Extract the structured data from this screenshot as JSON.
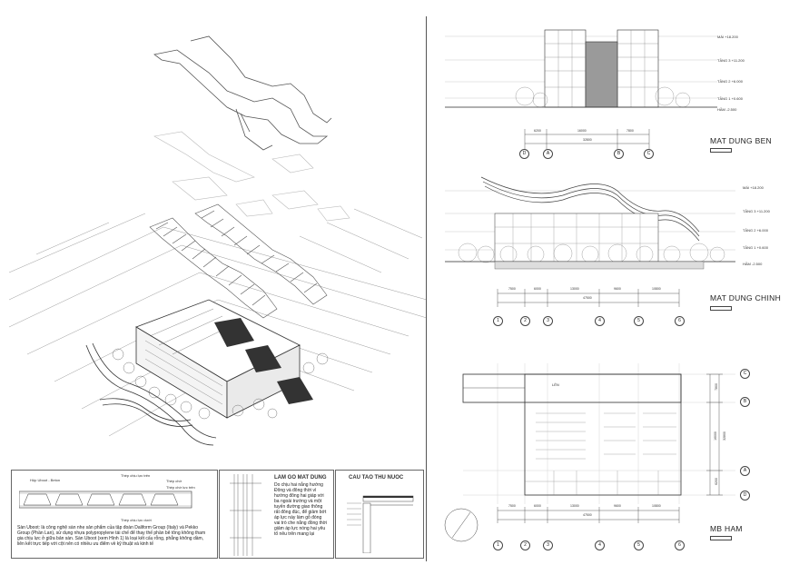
{
  "elevation_side": {
    "title": "MAT DUNG BEN",
    "levels": [
      {
        "name": "MÁI",
        "value": "+18.200"
      },
      {
        "name": "TẦNG 3",
        "value": "+11.200"
      },
      {
        "name": "TẦNG 2",
        "value": "+6.000"
      },
      {
        "name": "TẦNG 1",
        "value": "+0.600"
      },
      {
        "name": "HẦM",
        "value": "-2.500"
      }
    ],
    "dims": [
      "6200",
      "16000",
      "7800"
    ],
    "total": "32800",
    "grid": [
      "D",
      "A",
      "B",
      "C"
    ]
  },
  "elevation_main": {
    "title": "MAT DUNG CHINH",
    "levels": [
      {
        "name": "MÁI",
        "value": "+18.200"
      },
      {
        "name": "TẦNG 3",
        "value": "+11.200"
      },
      {
        "name": "TẦNG 2",
        "value": "+6.000"
      },
      {
        "name": "TẦNG 1",
        "value": "+0.600"
      },
      {
        "name": "HẦM",
        "value": "-2.500"
      }
    ],
    "dims": [
      "7500",
      "6000",
      "13000",
      "9600",
      "10800"
    ],
    "total": "47500",
    "grid": [
      "1",
      "2",
      "3",
      "4",
      "5",
      "6"
    ]
  },
  "plan": {
    "title": "MB HAM",
    "dims": [
      "7500",
      "6000",
      "13000",
      "9600",
      "10800"
    ],
    "total": "47500",
    "grid_cols": [
      "1",
      "2",
      "3",
      "4",
      "5",
      "6"
    ],
    "grid_rows": [
      "C",
      "B",
      "A",
      "D"
    ],
    "row_dims": [
      "7800",
      "16000",
      "6200"
    ],
    "row_total": "32800",
    "ramp_label": "LÊN"
  },
  "detail_slab": {
    "labels": [
      "Hộp Uboot - Beton",
      "Thép chịu lực trên",
      "Thép chờ",
      "Thép chịu lực dưới",
      "Thép chờ lực trên"
    ],
    "description": "Sàn Uboot: là công nghệ sàn nhẹ sản phẩm của tập đoàn Daliform Group (Italy) và Pekko Group (Phần Lan), sử dụng nhựa polypropylene tái chế để thay thế phần bê tông không tham gia chịu lực ở giữa bản sàn. Sàn Uboot (xem Hình 1) là loại kết cấu rỗng, phẳng không dầm, liên kết trực tiếp với cột nên có nhiều ưu điểm về kỹ thuật và kinh tế"
  },
  "detail_louver": {
    "title": "LAM GO MAT DUNG",
    "text": "Do chịu hai nắng hướng Đông và đông thời vì hướng đông hai giáp với ba ngoài trường và một tuyến đường giao thông rất đông đúc, để giảm bớt áp lực này làm gỗ đóng vai trò che nắng đồng thời giảm áp lực nóng hai yêu tố nêu trên mang lại"
  },
  "detail_drain": {
    "title": "CAU TAO THU NUOC"
  }
}
